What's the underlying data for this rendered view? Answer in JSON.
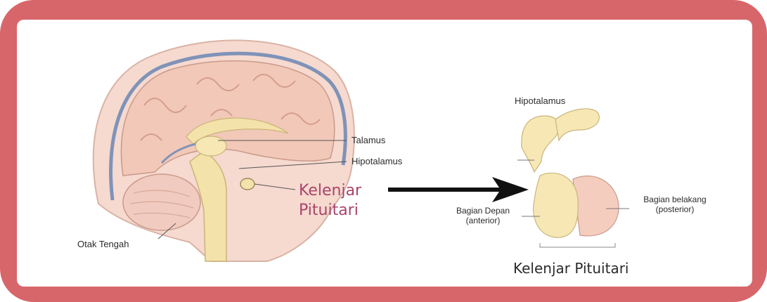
{
  "brain_labels": {
    "talamus": "Talamus",
    "hipotalamus": "Hipotalamus",
    "otak_tengah": "Otak Tengah",
    "kelenjar_line1": "Kelenjar",
    "kelenjar_line2": "Pituitari"
  },
  "gland_labels": {
    "hipotalamus": "Hipotalamus",
    "depan_line1": "Bagian Depan",
    "depan_line2": "(anterior)",
    "belakang_line1": "Bagian belakang",
    "belakang_line2": "(posterior)",
    "title": "Kelenjar Pituitari"
  },
  "colors": {
    "frame": "#d7666b",
    "brain": "#f2c8b8",
    "pituitary_label": "#a8456a",
    "ventricle": "#7f93b8",
    "stem": "#f3e2a9"
  }
}
